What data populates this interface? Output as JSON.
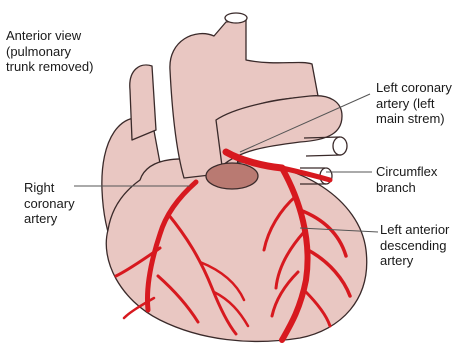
{
  "labels": {
    "view": "Anterior view\n(pulmonary\ntrunk removed)",
    "left_coronary": "Left coronary\nartery (left\nmain strem)",
    "circumflex": "Circumflex\nbranch",
    "right_coronary": "Right\ncoronary\nartery",
    "lad": "Left anterior\ndescending\nartery"
  },
  "colors": {
    "heart_fill": "#e9c7c2",
    "outline": "#3a2a2a",
    "artery": "#d7191f",
    "valve": "#b97a72",
    "leader": "#555555"
  }
}
